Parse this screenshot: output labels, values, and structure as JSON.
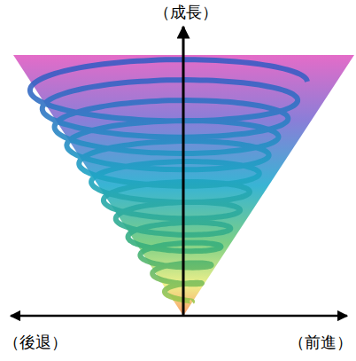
{
  "diagram": {
    "labels": [
      "（成長）",
      "（後退）",
      "（前進）"
    ]
  }
}
